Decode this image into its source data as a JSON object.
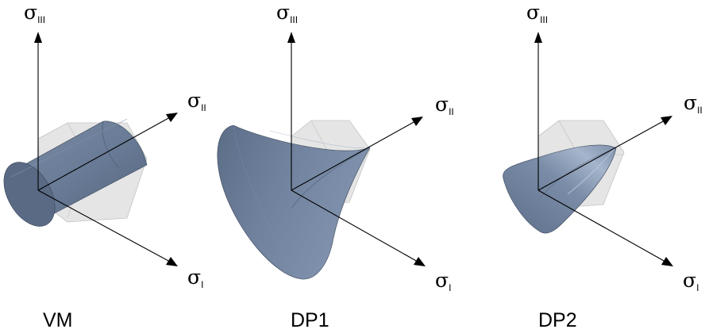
{
  "panels": [
    {
      "id": "vm",
      "caption": "VM",
      "axes": {
        "vertical": {
          "symbol": "σ",
          "subscript": "III"
        },
        "upper_right": {
          "symbol": "σ",
          "subscript": "II"
        },
        "lower_right": {
          "symbol": "σ",
          "subscript": "I"
        }
      },
      "surface": "cylinder"
    },
    {
      "id": "dp1",
      "caption": "DP1",
      "axes": {
        "vertical": {
          "symbol": "σ",
          "subscript": "III"
        },
        "upper_right": {
          "symbol": "σ",
          "subscript": "II"
        },
        "lower_right": {
          "symbol": "σ",
          "subscript": "I"
        }
      },
      "surface": "cone"
    },
    {
      "id": "dp2",
      "caption": "DP2",
      "axes": {
        "vertical": {
          "symbol": "σ",
          "subscript": "III"
        },
        "upper_right": {
          "symbol": "σ",
          "subscript": "II"
        },
        "lower_right": {
          "symbol": "σ",
          "subscript": "I"
        }
      },
      "surface": "paraboloid"
    }
  ],
  "colors": {
    "surface_main": "#6d7f99",
    "surface_light": "#9aabc4",
    "surface_dark": "#4e5e77",
    "hexagon": "#cfcfcf",
    "axis": "#000000"
  }
}
